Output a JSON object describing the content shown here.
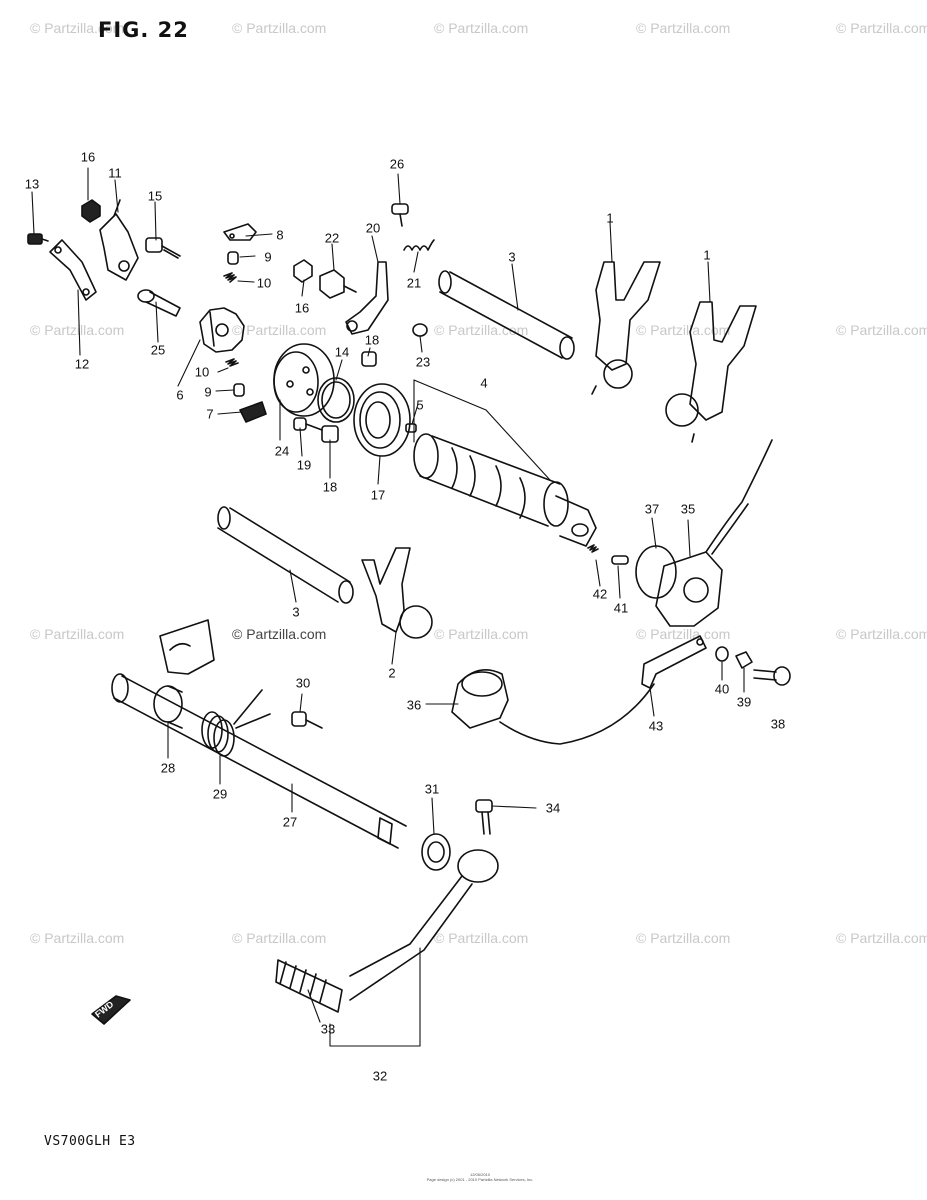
{
  "figure": {
    "title": "FIG. 22",
    "model": "VS700GLH E3",
    "watermark_text": "© Partzilla.com",
    "center_mark": "© Partzilla.com",
    "fwd_label": "FWD",
    "footer_line1": "12/06/2010",
    "footer_line2": "Page design (c) 2001 - 2010 Partzilla Network Services, Inc."
  },
  "callouts": [
    {
      "id": "c1a",
      "text": "1"
    },
    {
      "id": "c1b",
      "text": "1"
    },
    {
      "id": "c2",
      "text": "2"
    },
    {
      "id": "c3a",
      "text": "3"
    },
    {
      "id": "c3b",
      "text": "3"
    },
    {
      "id": "c4",
      "text": "4"
    },
    {
      "id": "c5",
      "text": "5"
    },
    {
      "id": "c6",
      "text": "6"
    },
    {
      "id": "c7",
      "text": "7"
    },
    {
      "id": "c8",
      "text": "8"
    },
    {
      "id": "c9a",
      "text": "9"
    },
    {
      "id": "c9b",
      "text": "9"
    },
    {
      "id": "c10a",
      "text": "10"
    },
    {
      "id": "c10b",
      "text": "10"
    },
    {
      "id": "c11",
      "text": "11"
    },
    {
      "id": "c12",
      "text": "12"
    },
    {
      "id": "c13",
      "text": "13"
    },
    {
      "id": "c14",
      "text": "14"
    },
    {
      "id": "c15",
      "text": "15"
    },
    {
      "id": "c16a",
      "text": "16"
    },
    {
      "id": "c16b",
      "text": "16"
    },
    {
      "id": "c17",
      "text": "17"
    },
    {
      "id": "c18a",
      "text": "18"
    },
    {
      "id": "c18b",
      "text": "18"
    },
    {
      "id": "c19",
      "text": "19"
    },
    {
      "id": "c20",
      "text": "20"
    },
    {
      "id": "c21",
      "text": "21"
    },
    {
      "id": "c22",
      "text": "22"
    },
    {
      "id": "c23",
      "text": "23"
    },
    {
      "id": "c24",
      "text": "24"
    },
    {
      "id": "c25",
      "text": "25"
    },
    {
      "id": "c26",
      "text": "26"
    },
    {
      "id": "c27",
      "text": "27"
    },
    {
      "id": "c28",
      "text": "28"
    },
    {
      "id": "c29",
      "text": "29"
    },
    {
      "id": "c30",
      "text": "30"
    },
    {
      "id": "c31",
      "text": "31"
    },
    {
      "id": "c32",
      "text": "32"
    },
    {
      "id": "c33",
      "text": "33"
    },
    {
      "id": "c34",
      "text": "34"
    },
    {
      "id": "c35",
      "text": "35"
    },
    {
      "id": "c36",
      "text": "36"
    },
    {
      "id": "c37",
      "text": "37"
    },
    {
      "id": "c38",
      "text": "38"
    },
    {
      "id": "c39",
      "text": "39"
    },
    {
      "id": "c40",
      "text": "40"
    },
    {
      "id": "c41",
      "text": "41"
    },
    {
      "id": "c42",
      "text": "42"
    },
    {
      "id": "c43",
      "text": "43"
    }
  ]
}
